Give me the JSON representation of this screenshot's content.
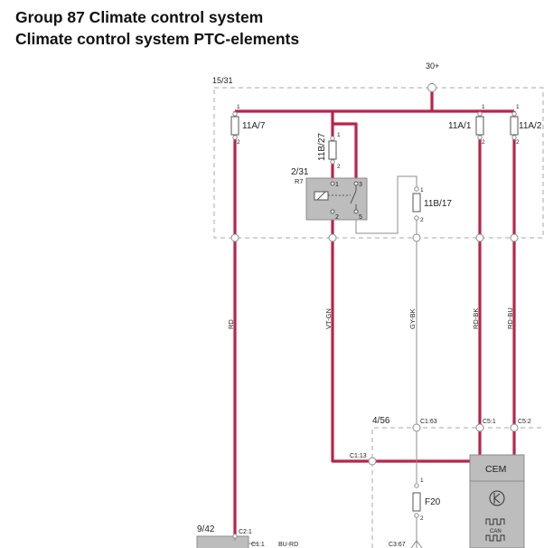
{
  "header": {
    "title": "Group 87 Climate control system",
    "subtitle": "Climate control system PTC-elements"
  },
  "colors": {
    "wire_red": "#B8254A",
    "wire_gray": "#8C8C8C",
    "module_fill": "#BDBDBD",
    "box_border": "#A9A9A9"
  },
  "diagram": {
    "supply_label": "30+",
    "fuse_box_label": "15/31",
    "relay": {
      "position": "2/31",
      "id": "R7",
      "pins": [
        "1",
        "2",
        "3",
        "5"
      ]
    },
    "fuses": [
      {
        "id": "11A/7",
        "pins": [
          "1",
          "2"
        ]
      },
      {
        "id": "11B/27",
        "pins": [
          "1",
          "2"
        ]
      },
      {
        "id": "11B/17",
        "pins": [
          "1",
          "2"
        ]
      },
      {
        "id": "11A/1",
        "pins": [
          "1",
          "2"
        ]
      },
      {
        "id": "11A/2",
        "pins": [
          "1",
          "2"
        ]
      },
      {
        "id": "F20",
        "pins": [
          "1",
          "2"
        ]
      }
    ],
    "wire_colors": [
      "RD",
      "VT-GN",
      "GY-BK",
      "RD-BK",
      "RD-BU"
    ],
    "cem_box_label": "4/56",
    "cem_label": "CEM",
    "can_label": "CAN",
    "connectors": [
      "C1:63",
      "C5:1",
      "C5:2",
      "C1:13",
      "C3:67"
    ],
    "bottom_module_label": "9/42",
    "bottom_connectors": [
      "C2:1",
      "C1:1"
    ],
    "bottom_wire_color": "BU-RD"
  }
}
